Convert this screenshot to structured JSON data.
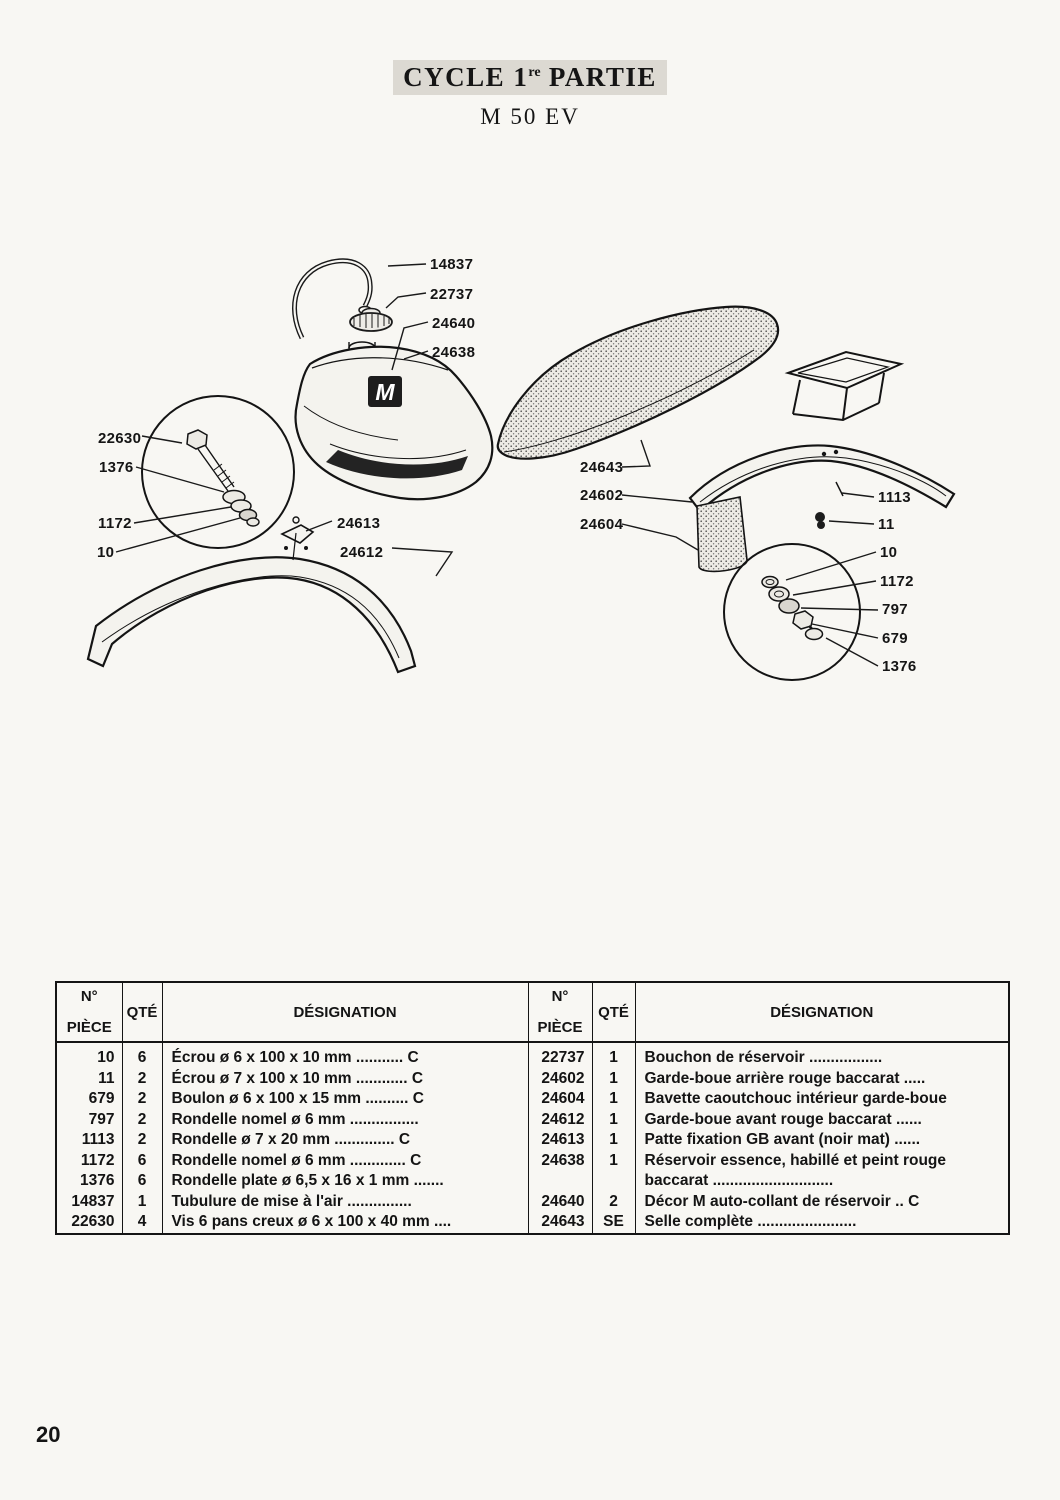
{
  "page": {
    "title_1": "CYCLE 1",
    "title_sup": "re",
    "title_2": " PARTIE",
    "subtitle": "M 50 EV",
    "page_number": "20"
  },
  "diagram": {
    "tank_logo": "M",
    "callouts": [
      "14837",
      "22737",
      "24640",
      "24638",
      "22630",
      "1376",
      "1172",
      "10",
      "24613",
      "24612",
      "24643",
      "24602",
      "24604",
      "1113",
      "11",
      "10",
      "1172",
      "797",
      "679",
      "1376"
    ]
  },
  "table": {
    "headers": {
      "no": "N°",
      "piece": "PIÈCE",
      "qty": "QTÉ",
      "designation": "DÉSIGNATION"
    },
    "left_rows": [
      {
        "no": "10",
        "qty": "6",
        "des": "Écrou ø 6 x 100 x 10 mm ........... C"
      },
      {
        "no": "11",
        "qty": "2",
        "des": "Écrou ø 7 x 100 x 10 mm ............ C"
      },
      {
        "no": "679",
        "qty": "2",
        "des": "Boulon ø 6 x 100 x 15 mm  .......... C"
      },
      {
        "no": "797",
        "qty": "2",
        "des": "Rondelle nomel ø 6 mm ................"
      },
      {
        "no": "1113",
        "qty": "2",
        "des": "Rondelle ø 7 x 20 mm  .............. C"
      },
      {
        "no": "1172",
        "qty": "6",
        "des": "Rondelle nomel ø 6 mm ............. C"
      },
      {
        "no": "1376",
        "qty": "6",
        "des": "Rondelle plate ø 6,5 x 16 x 1 mm  ......."
      },
      {
        "no": "14837",
        "qty": "1",
        "des": "Tubulure de mise à l'air  ..............."
      },
      {
        "no": "22630",
        "qty": "4",
        "des": "Vis 6 pans creux ø 6 x 100 x 40 mm  ...."
      }
    ],
    "right_rows": [
      {
        "no": "22737",
        "qty": "1",
        "des": "Bouchon de réservoir  ................."
      },
      {
        "no": "24602",
        "qty": "1",
        "des": "Garde-boue arrière rouge baccarat  ....."
      },
      {
        "no": "24604",
        "qty": "1",
        "des": "Bavette caoutchouc intérieur garde-boue"
      },
      {
        "no": "24612",
        "qty": "1",
        "des": "Garde-boue avant rouge baccarat  ......"
      },
      {
        "no": "24613",
        "qty": "1",
        "des": "Patte fixation GB avant (noir mat)  ......"
      },
      {
        "no": "24638",
        "qty": "1",
        "des": "Réservoir essence, habillé et peint rouge"
      },
      {
        "no": "",
        "qty": "",
        "des": "baccarat  ............................"
      },
      {
        "no": "24640",
        "qty": "2",
        "des": "Décor M auto-collant de réservoir  ..  C"
      },
      {
        "no": "24643",
        "qty": "SE",
        "des": "Selle complète  ......................."
      }
    ]
  }
}
